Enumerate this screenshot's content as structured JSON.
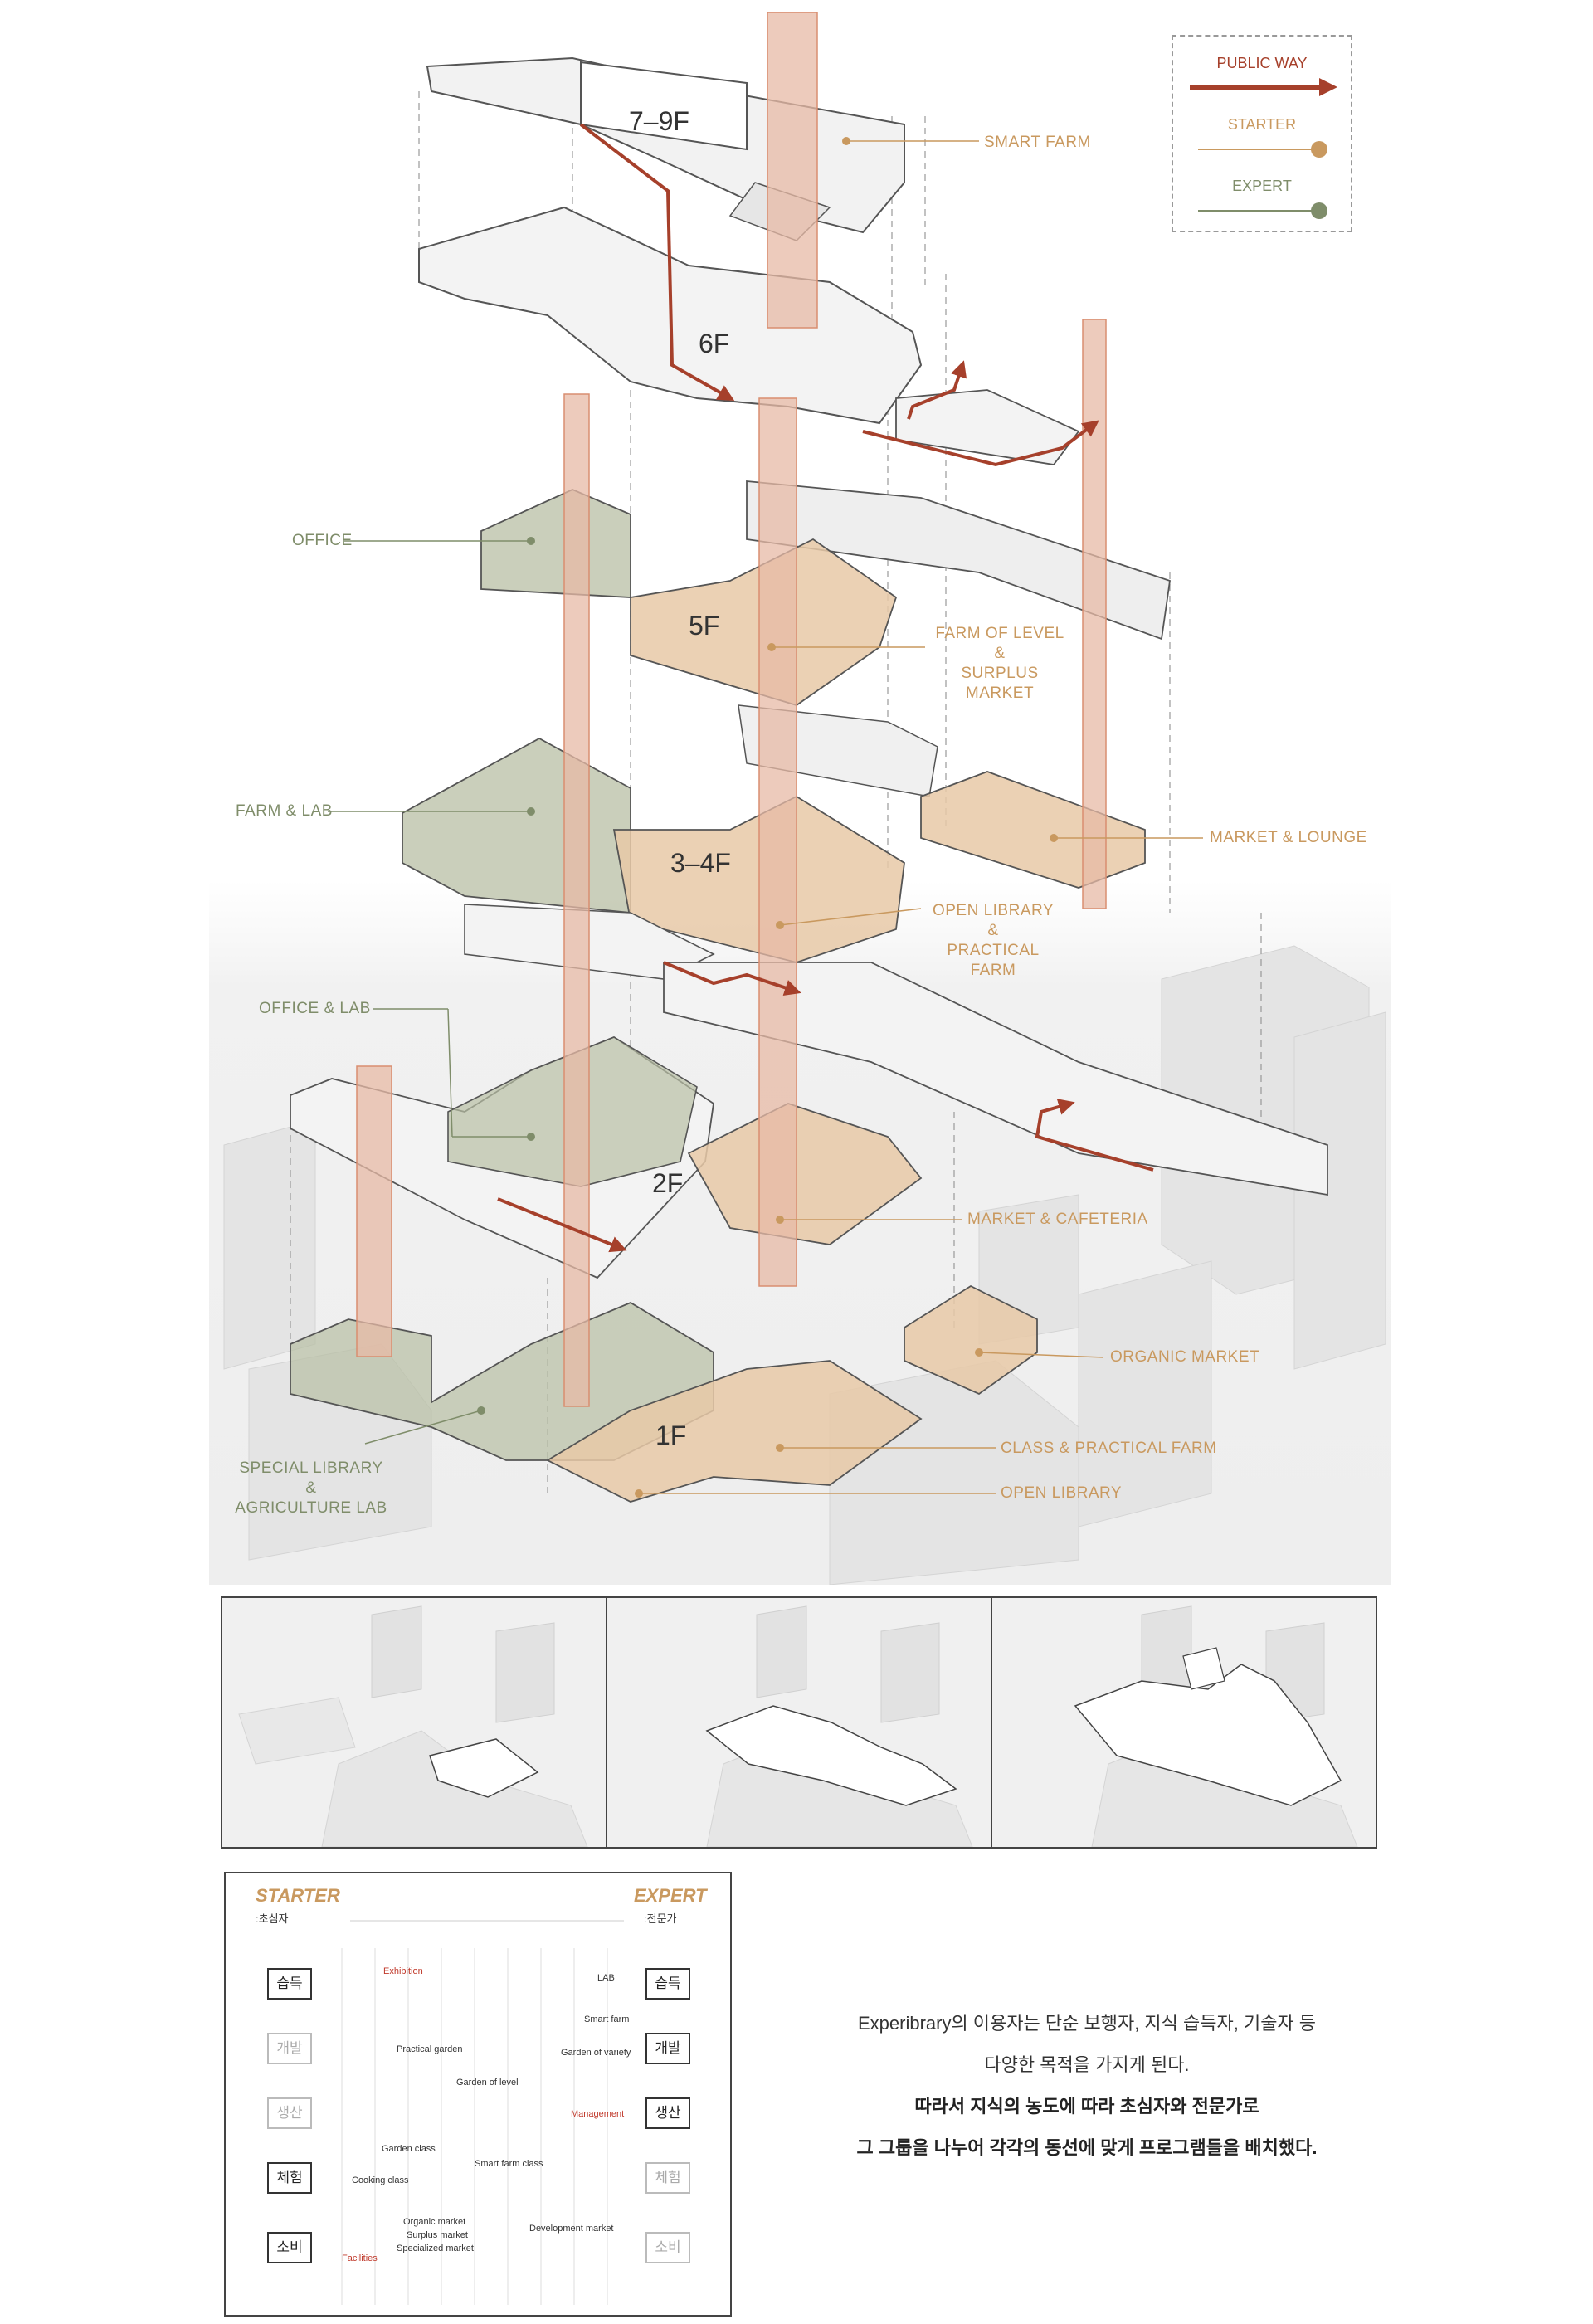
{
  "floors": {
    "f79": "7–9F",
    "f6": "6F",
    "f5": "5F",
    "f34": "3–4F",
    "f2": "2F",
    "f1": "1F"
  },
  "labels": {
    "smart_farm": "SMART FARM",
    "office": "OFFICE",
    "farm_of_level": "FARM OF LEVEL",
    "amp1": "&",
    "surplus_market": "SURPLUS MARKET",
    "farm_lab": "FARM & LAB",
    "market_lounge": "MARKET & LOUNGE",
    "open_library_practical": "OPEN LIBRARY",
    "amp2": "&",
    "practical_farm": "PRACTICAL FARM",
    "office_lab": "OFFICE & LAB",
    "market_cafeteria": "MARKET & CAFETERIA",
    "organic_market": "ORGANIC MARKET",
    "class_practical": "CLASS & PRACTICAL FARM",
    "open_library": "OPEN LIBRARY",
    "special_library": "SPECIAL LIBRARY",
    "amp3": "&",
    "agriculture_lab": "AGRICULTURE LAB"
  },
  "legend": {
    "public_way": "PUBLIC WAY",
    "starter": "STARTER",
    "expert": "EXPERT"
  },
  "colors": {
    "orange": "#c9995f",
    "green": "#7f8d6a",
    "red": "#a6402b",
    "tower": "#e7b9a6"
  },
  "matrix": {
    "starter_title": "STARTER",
    "starter_sub": ":초심자",
    "expert_title": "EXPERT",
    "expert_sub": ":전문가",
    "left_boxes": [
      "습득",
      "개발",
      "생산",
      "체험",
      "소비"
    ],
    "right_boxes": [
      "습득",
      "개발",
      "생산",
      "체험",
      "소비"
    ],
    "items": {
      "exhibition": "Exhibition",
      "lab": "LAB",
      "smart_farm": "Smart farm",
      "practical_garden": "Practical garden",
      "garden_of_variety": "Garden of variety",
      "garden_of_level": "Garden of level",
      "management": "Management",
      "garden_class": "Garden class",
      "smart_farm_class": "Smart farm class",
      "cooking_class": "Cooking class",
      "organic_market": "Organic market",
      "surplus_market": "Surplus market",
      "specialized_market": "Specialized market",
      "development_market": "Development market",
      "facilities": "Facilities"
    }
  },
  "description": {
    "line1": "Experibrary의 이용자는 단순 보행자, 지식 습득자, 기술자 등",
    "line2": "다양한 목적을 가지게 된다.",
    "line3": "따라서 지식의 농도에 따라 초심자와 전문가로",
    "line4": "그 그룹을 나누어 각각의 동선에 맞게 프로그램들을 배치했다."
  }
}
